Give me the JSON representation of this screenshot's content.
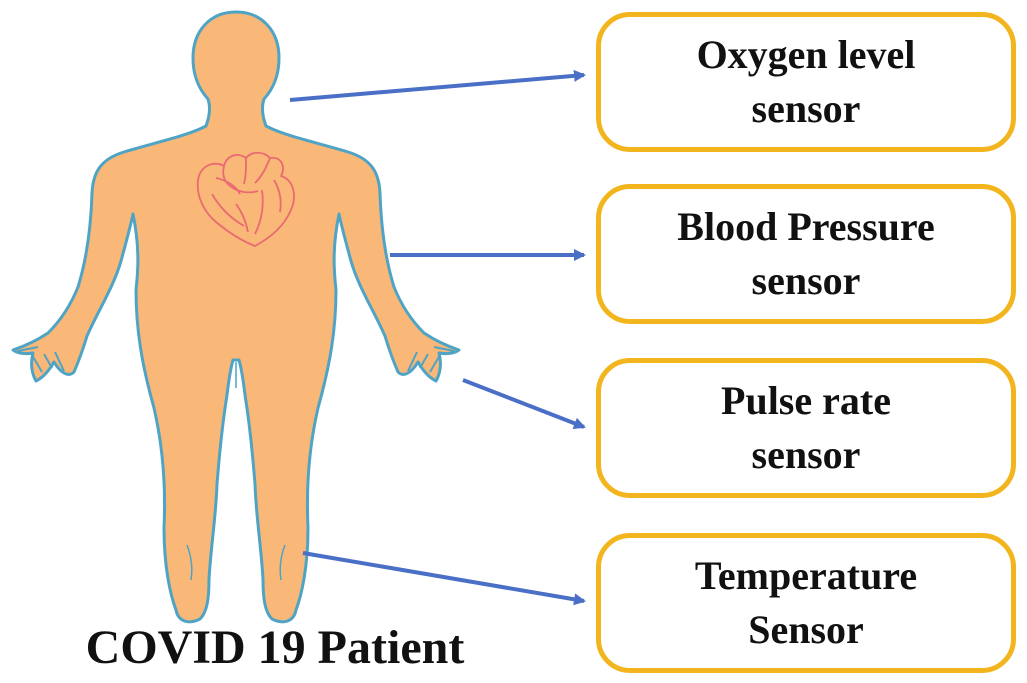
{
  "colors": {
    "body_fill": "#f9b878",
    "body_outline": "#4fa3c4",
    "heart_outline": "#e96a72",
    "arrow": "#4a6fc6",
    "box_border": "#f2b51d"
  },
  "patient": {
    "caption": "COVID 19 Patient"
  },
  "sensors": [
    {
      "label": "Oxygen level\nsensor"
    },
    {
      "label": "Blood Pressure\nsensor"
    },
    {
      "label": "Pulse rate\nsensor"
    },
    {
      "label": "Temperature\nSensor"
    }
  ]
}
